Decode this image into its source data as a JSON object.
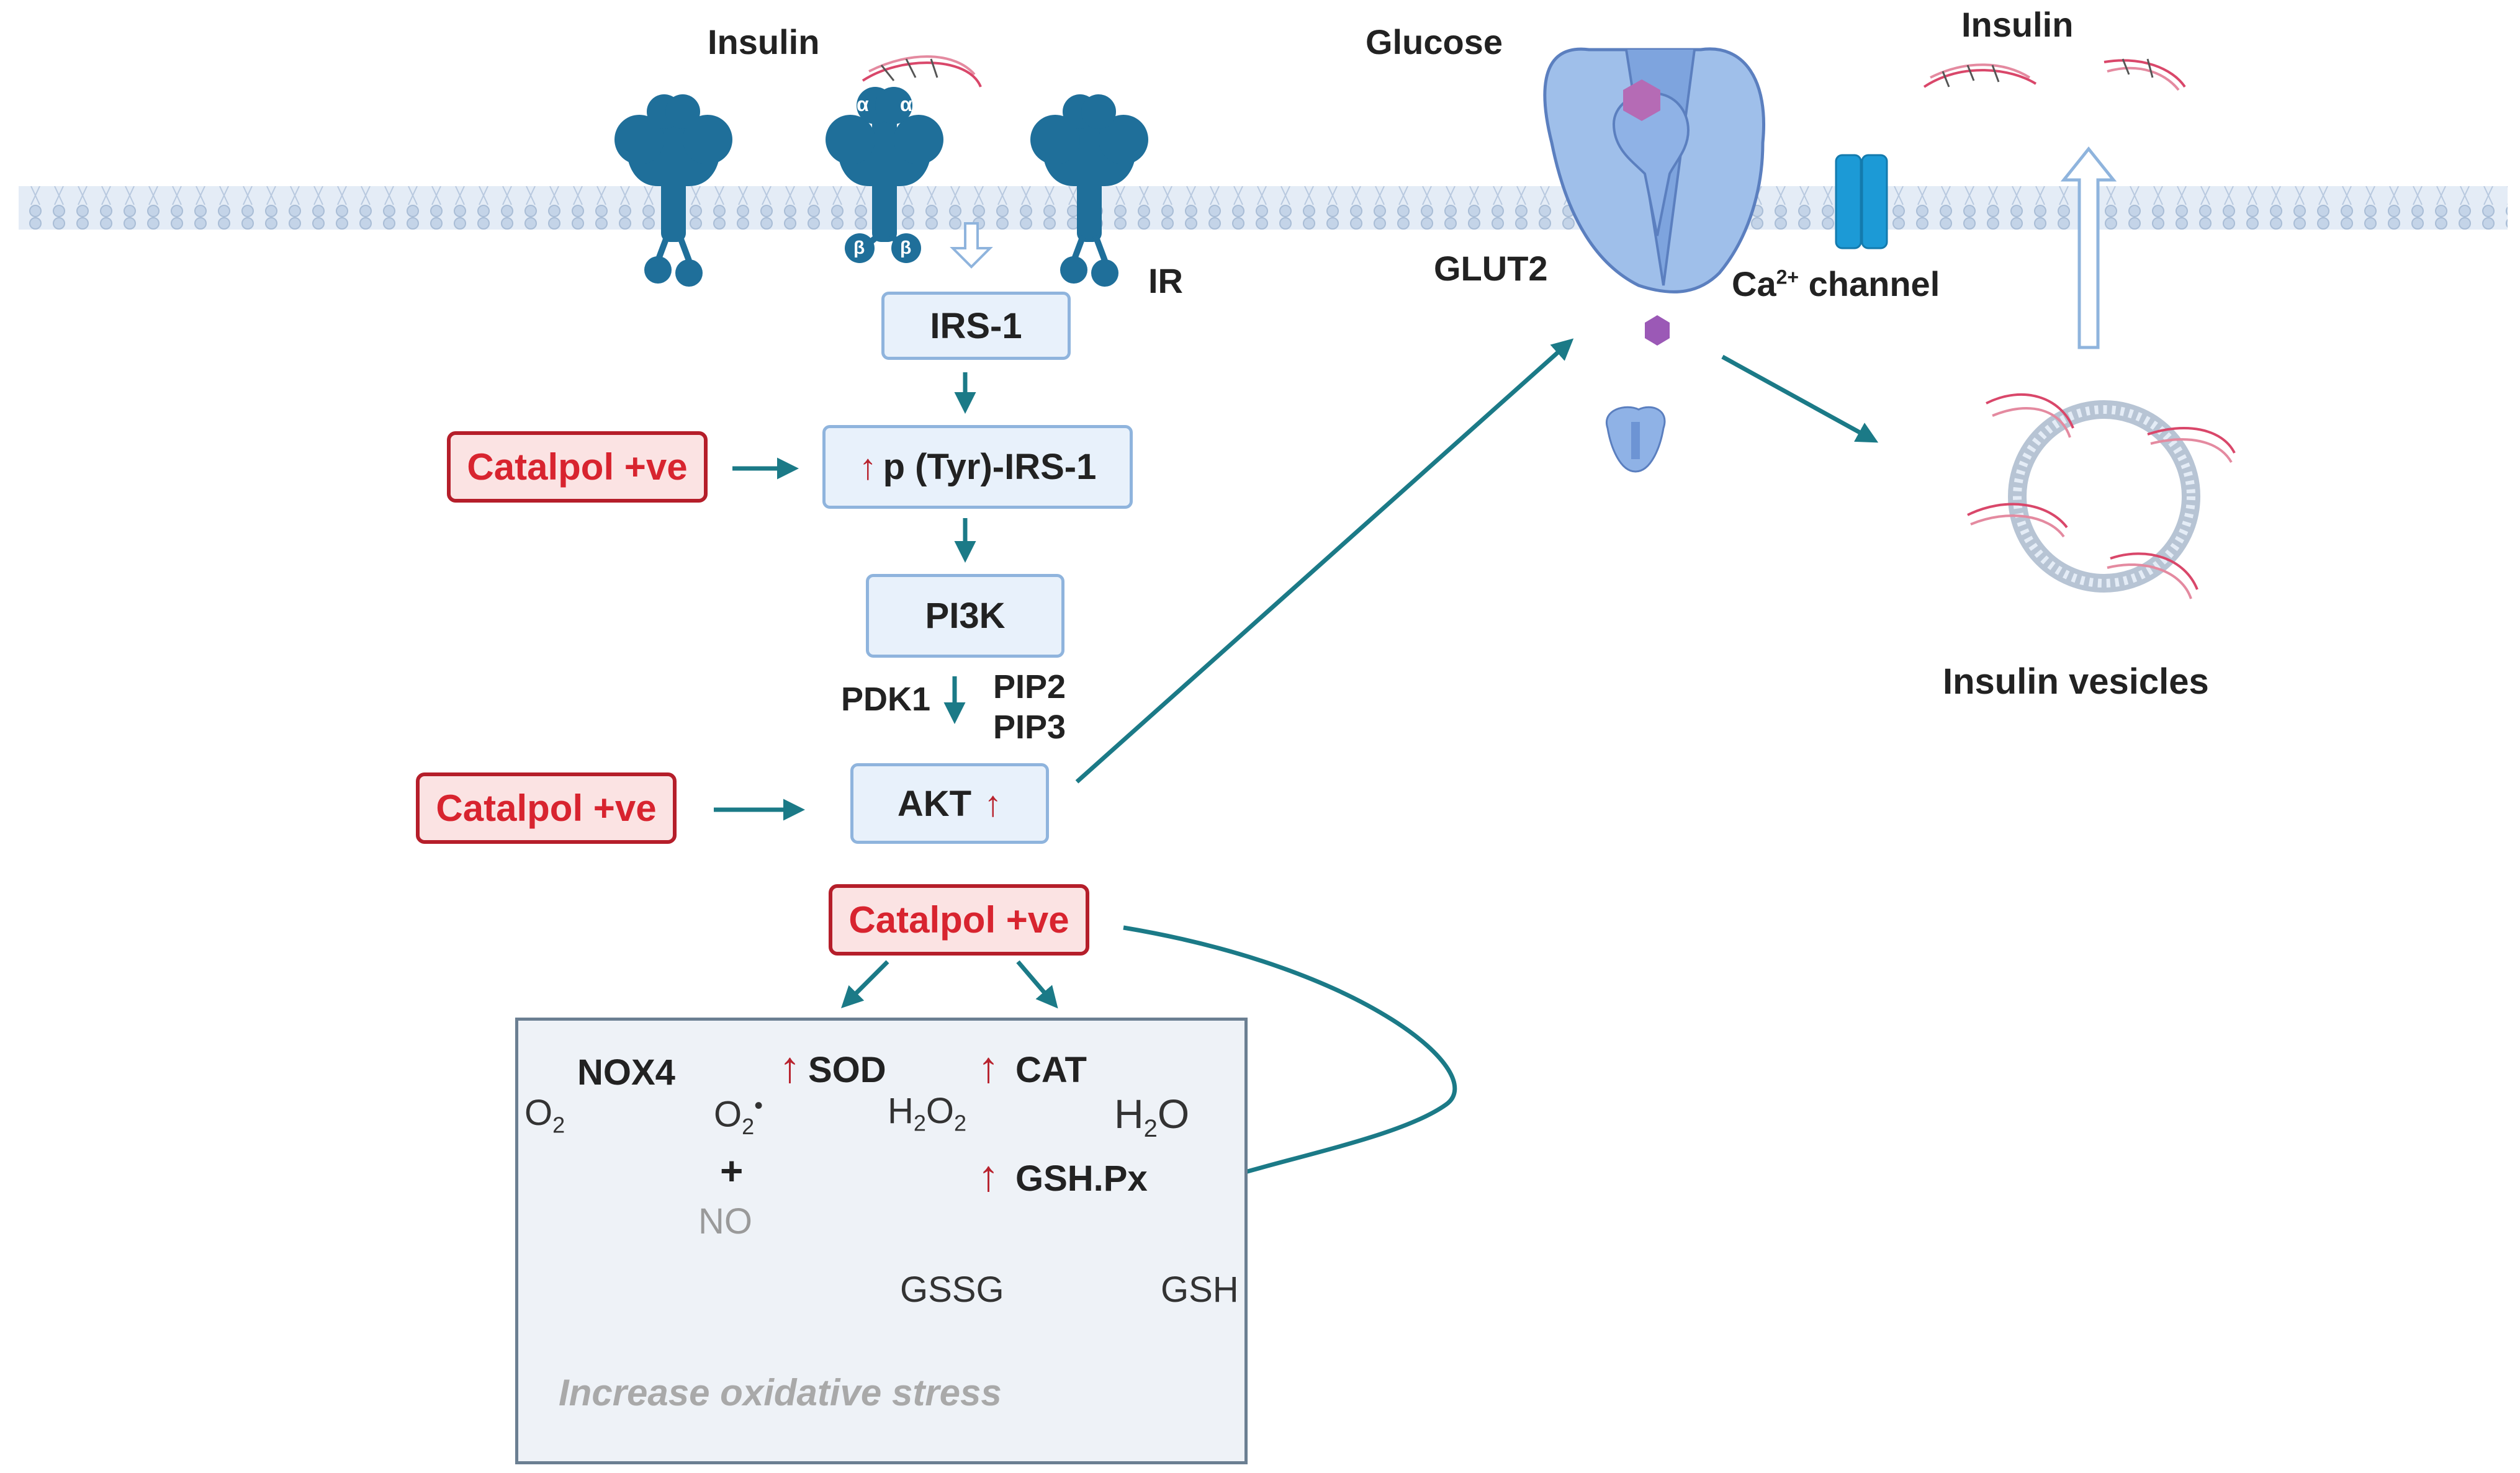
{
  "labels": {
    "insulin_top_left": "Insulin",
    "glucose": "Glucose",
    "insulin_top_right": "Insulin",
    "ir": "IR",
    "glut2": "GLUT2",
    "ca_channel_prefix": "Ca",
    "ca_channel_sup": "2+",
    "ca_channel_suffix": " channel",
    "insulin_vesicles": "Insulin vesicles",
    "pdk1": "PDK1",
    "pip2": "PIP2",
    "pip3": "PIP3",
    "alpha": "α",
    "beta": "β"
  },
  "pathway": {
    "irs1": "IRS-1",
    "p_tyr_irs1": "p (Tyr)-IRS-1",
    "pi3k": "PI3K",
    "akt": "AKT",
    "up_arrow": "↑"
  },
  "catalpol": {
    "label1": "Catalpol +ve",
    "label2": "Catalpol +ve",
    "label3": "Catalpol +ve"
  },
  "oxidative": {
    "nox4": "NOX4",
    "o2": "O",
    "o2_sub": "2",
    "superoxide": "O",
    "superoxide_sub": "2",
    "superoxide_dot": "•",
    "sod": "SOD",
    "h2o2_a": "H",
    "h2o2_sub1": "2",
    "h2o2_b": "O",
    "h2o2_sub2": "2",
    "cat": "CAT",
    "h2o_a": "H",
    "h2o_sub": "2",
    "h2o_b": "O",
    "plus": "+",
    "no": "NO",
    "gshpx": "GSH.Px",
    "gssg": "GSSG",
    "gsh": "GSH",
    "stress": "Increase oxidative stress"
  },
  "colors": {
    "teal_arrow": "#1b7a87",
    "receptor_blue": "#1f6f9a",
    "catalpol_red": "#d8242f",
    "membrane": "#dce7f3",
    "glut_blue": "#9fbfea",
    "glucose_purple": "#9b59b6"
  }
}
